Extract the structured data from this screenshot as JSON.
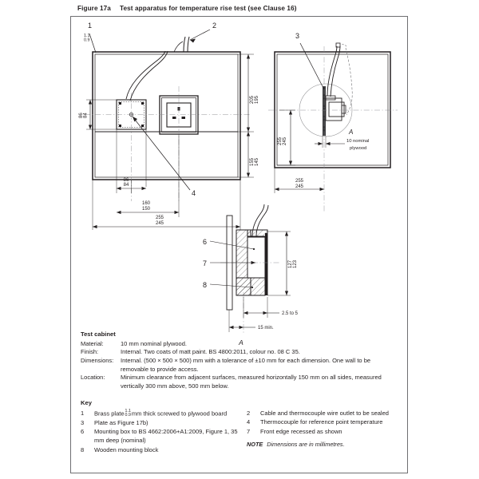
{
  "caption": {
    "number": "Figure 17a",
    "title": "Test apparatus for temperature rise test (see Clause 16)"
  },
  "test_cabinet": {
    "heading": "Test cabinet",
    "rows": [
      {
        "label": "Material:",
        "value": "10 mm nominal plywood."
      },
      {
        "label": "Finish:",
        "value": "Internal. Two coats of matt paint. BS 4800:2011, colour no. 08 C 35."
      },
      {
        "label": "Dimensions:",
        "value": "Internal. (500 × 500 × 500) mm with a tolerance of ±10 mm for each dimension. One wall to be removable to provide access."
      },
      {
        "label": "Location:",
        "value": "Minimum clearance from adjacent surfaces, measured horizontally 150 mm on all sides, measured vertically 300 mm above, 500 mm below."
      }
    ]
  },
  "key": {
    "heading": "Key",
    "left": [
      {
        "n": "1",
        "text_before": "Brass plate",
        "frac_top": "1.1",
        "frac_bottom": "0.9",
        "text_after": "mm thick screwed to plywood board"
      },
      {
        "n": "3",
        "text": "Plate as Figure 17b)"
      },
      {
        "n": "6",
        "text": "Mounting box to BS 4662:2006+A1:2009, Figure 1, 35 mm deep (nominal)"
      },
      {
        "n": "8",
        "text": "Wooden mounting block"
      }
    ],
    "right": [
      {
        "n": "2",
        "text": "Cable and thermocouple wire outlet to be sealed"
      },
      {
        "n": "4",
        "text": "Thermocouple for reference point temperature"
      },
      {
        "n": "7",
        "text": "Front edge recessed as shown"
      }
    ],
    "note_label": "NOTE",
    "note_text": "Dimensions are in millimetres."
  },
  "front_view": {
    "callout_1": "1",
    "callout_1_tol_top": "1.1",
    "callout_1_tol_bottom": "0.9",
    "callout_2": "2",
    "callout_4": "4",
    "dim_left_top": "86",
    "dim_left_bottom": "84",
    "dim_right_upper_top": "205",
    "dim_right_upper_bottom": "195",
    "dim_right_lower_top": "155",
    "dim_right_lower_bottom": "145",
    "dim_b_top": "86",
    "dim_b_bottom": "84",
    "dim_c_top": "160",
    "dim_c_bottom": "150",
    "dim_d_top": "255",
    "dim_d_bottom": "245"
  },
  "side_view": {
    "callout_3": "3",
    "detail_marker": "A",
    "plywood_note_line1": "10 nominal",
    "plywood_note_line2": "plywood",
    "dim_vert_top": "255",
    "dim_vert_bottom": "245",
    "dim_horiz_top": "255",
    "dim_horiz_bottom": "245"
  },
  "detail_view": {
    "title": "A",
    "callout_6": "6",
    "callout_7": "7",
    "callout_8": "8",
    "dim_height_top": "127",
    "dim_height_bottom": "123",
    "dim_recess": "2.5 to 5",
    "dim_min": "15 min."
  },
  "colors": {
    "line": "#231f20",
    "frame": "#6f6f72",
    "background": "#ffffff"
  }
}
